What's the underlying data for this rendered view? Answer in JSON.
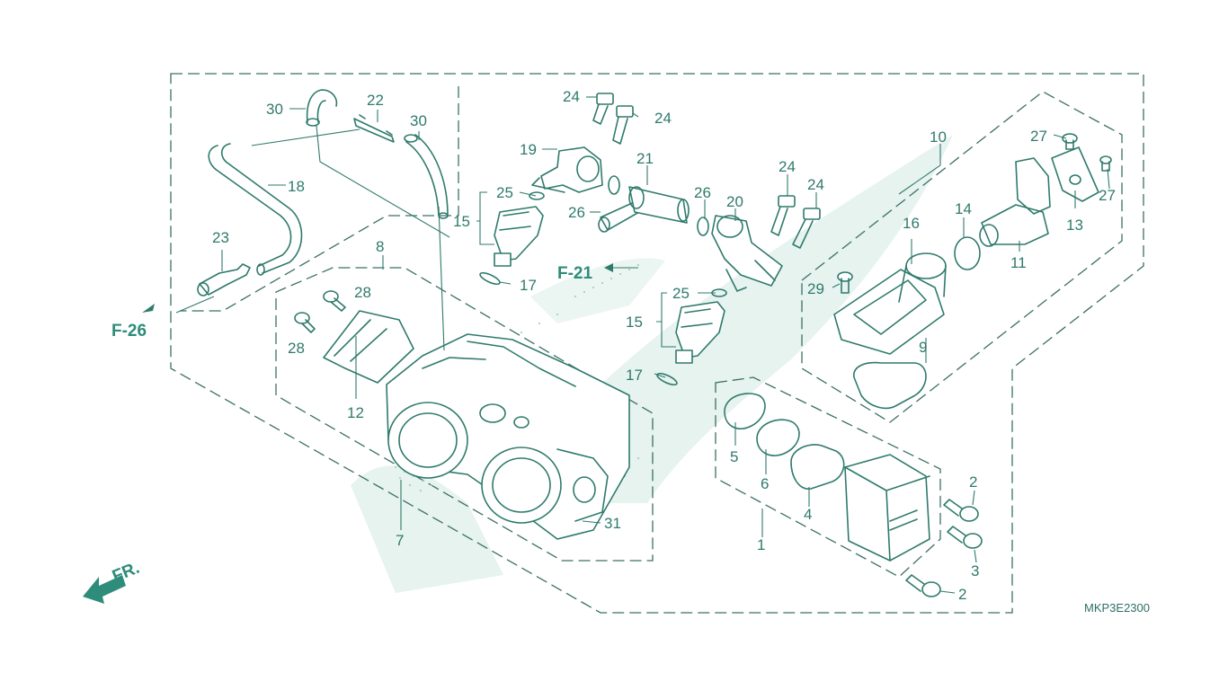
{
  "diagram": {
    "part_numbers": {
      "p1": "1",
      "p2a": "2",
      "p2b": "2",
      "p3": "3",
      "p4": "4",
      "p5": "5",
      "p6": "6",
      "p7": "7",
      "p8": "8",
      "p9": "9",
      "p10": "10",
      "p11": "11",
      "p12": "12",
      "p13": "13",
      "p14": "14",
      "p15a": "15",
      "p15b": "15",
      "p16": "16",
      "p17a": "17",
      "p17b": "17",
      "p18": "18",
      "p19": "19",
      "p20": "20",
      "p21": "21",
      "p22": "22",
      "p23": "23",
      "p24a": "24",
      "p24b": "24",
      "p24c": "24",
      "p24d": "24",
      "p25a": "25",
      "p25b": "25",
      "p26a": "26",
      "p26b": "26",
      "p27a": "27",
      "p27b": "27",
      "p28a": "28",
      "p28b": "28",
      "p29": "29",
      "p30a": "30",
      "p30b": "30",
      "p31": "31"
    },
    "references": {
      "f26": "F-26",
      "f21": "F-21"
    },
    "front_indicator": "FR.",
    "diagram_code": "MKP3E2300",
    "colors": {
      "line": "#2f7a6c",
      "accent": "#2e8c7a",
      "watermark": "#e6f3ef"
    }
  }
}
